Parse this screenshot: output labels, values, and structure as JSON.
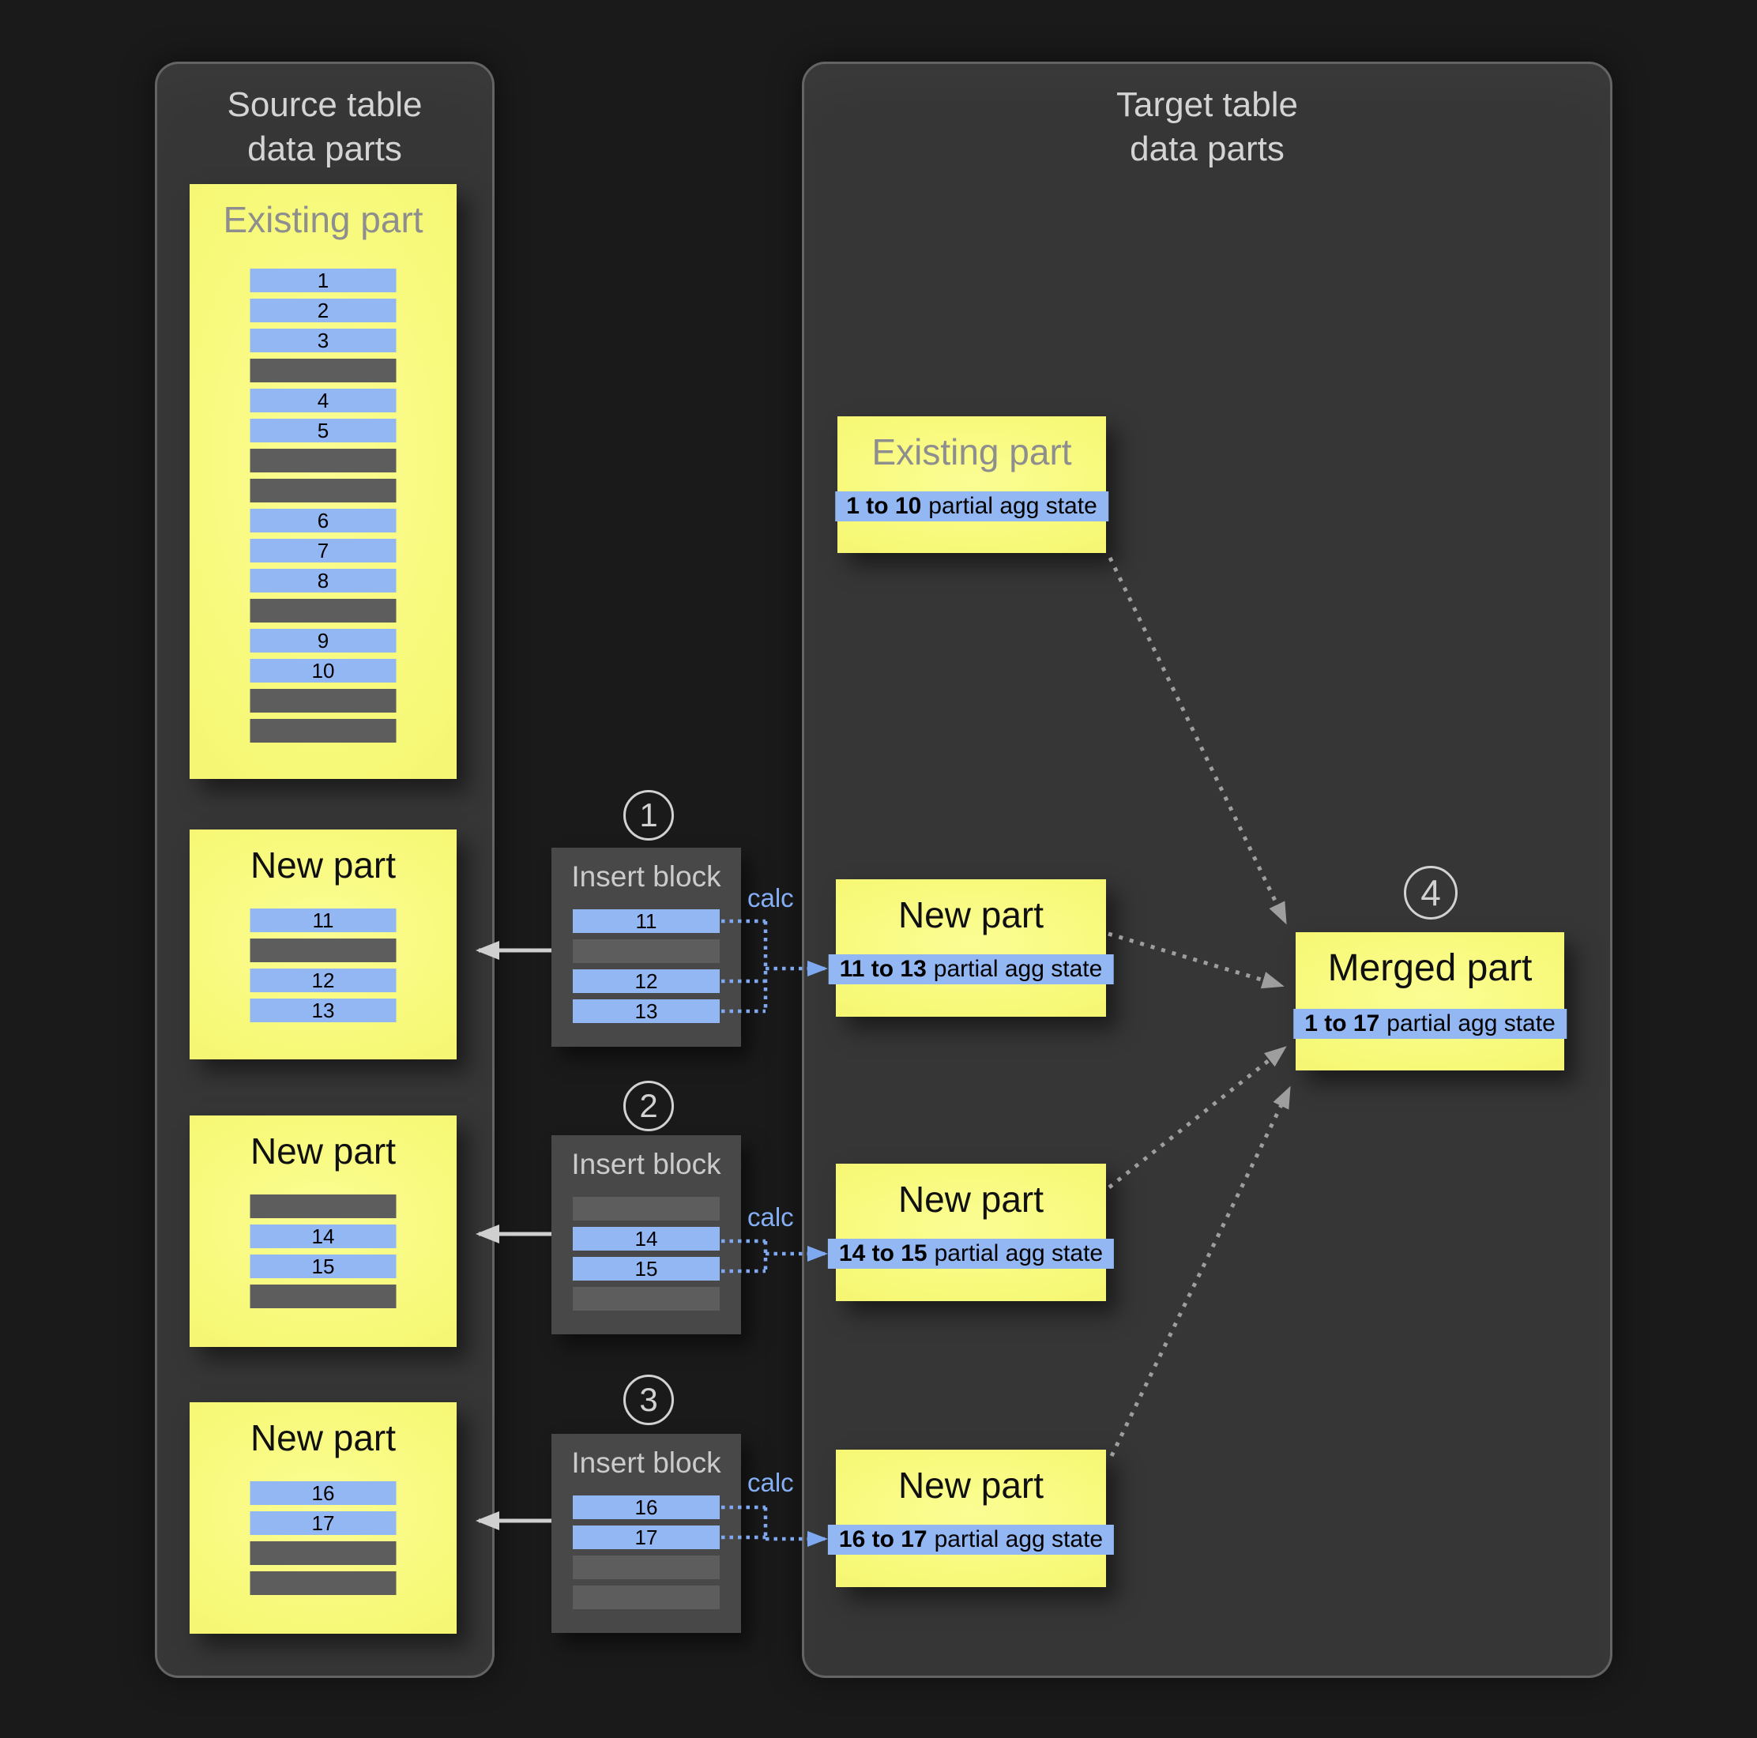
{
  "panels": {
    "source": {
      "title_line1": "Source table",
      "title_line2": "data parts"
    },
    "target": {
      "title_line1": "Target table",
      "title_line2": "data parts"
    }
  },
  "source": {
    "existing_part": {
      "title": "Existing part",
      "rows": [
        "1",
        "2",
        "3",
        "",
        "4",
        "5",
        "",
        "",
        "6",
        "7",
        "8",
        "",
        "9",
        "10",
        "",
        ""
      ]
    },
    "new_parts": [
      {
        "title": "New part",
        "rows": [
          "11",
          "",
          "12",
          "13"
        ]
      },
      {
        "title": "New part",
        "rows": [
          "",
          "14",
          "15",
          ""
        ]
      },
      {
        "title": "New part",
        "rows": [
          "16",
          "17",
          "",
          ""
        ]
      }
    ]
  },
  "insert_blocks": [
    {
      "step": "1",
      "title": "Insert block",
      "calc_label": "calc",
      "rows": [
        "11",
        "",
        "12",
        "13"
      ]
    },
    {
      "step": "2",
      "title": "Insert block",
      "calc_label": "calc",
      "rows": [
        "",
        "14",
        "15",
        ""
      ]
    },
    {
      "step": "3",
      "title": "Insert block",
      "calc_label": "calc",
      "rows": [
        "16",
        "17",
        "",
        ""
      ]
    }
  ],
  "target": {
    "existing_part": {
      "title": "Existing part",
      "agg_range": "1 to 10",
      "agg_suffix": "partial agg state"
    },
    "new_parts": [
      {
        "title": "New part",
        "agg_range": "11 to 13",
        "agg_suffix": "partial agg state"
      },
      {
        "title": "New part",
        "agg_range": "14 to 15",
        "agg_suffix": "partial agg state"
      },
      {
        "title": "New part",
        "agg_range": "16 to 17",
        "agg_suffix": "partial agg state"
      }
    ],
    "merged_part": {
      "step": "4",
      "title": "Merged part",
      "agg_range": "1 to 17",
      "agg_suffix": "partial agg state"
    }
  },
  "colors": {
    "page_bg": "#1a1a1a",
    "panel_bg": "#363636",
    "part_yellow": "#f7f97a",
    "row_blue": "#92b7f3",
    "row_gray": "#5d5d5d",
    "calc_blue": "#84aef5",
    "dotted_gray": "#9e9e9e",
    "solid_arrow": "#cfcfcf"
  }
}
